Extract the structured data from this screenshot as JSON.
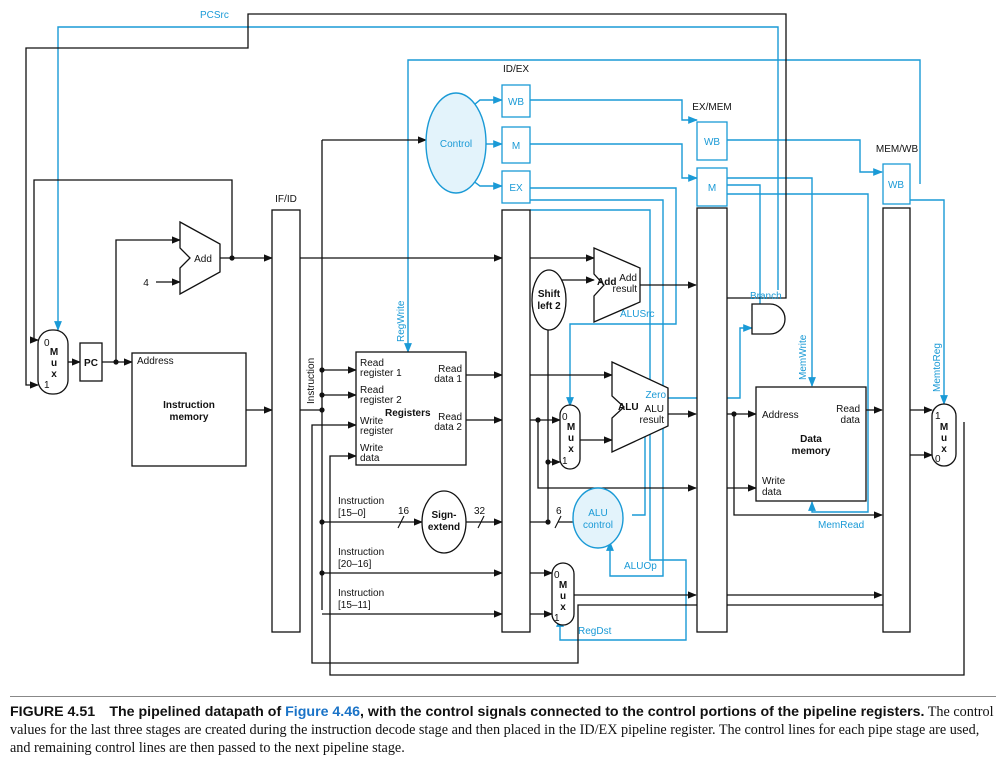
{
  "diagram": {
    "pipeline_registers": [
      "IF/ID",
      "ID/EX",
      "EX/MEM",
      "MEM/WB"
    ],
    "control_fields": {
      "wb": "WB",
      "m": "M",
      "ex": "EX"
    },
    "units": {
      "pc": "PC",
      "mux": "M\nu\nx",
      "mux_inputs": [
        "0",
        "1"
      ],
      "add": "Add",
      "const_four": "4",
      "instruction_memory": [
        "Instruction",
        "memory"
      ],
      "address": "Address",
      "control": "Control",
      "registers": "Registers",
      "read_register_1": [
        "Read",
        "register 1"
      ],
      "read_register_2": [
        "Read",
        "register 2"
      ],
      "write_register": [
        "Write",
        "register"
      ],
      "write_data": [
        "Write",
        "data"
      ],
      "read_data_1": [
        "Read",
        "data 1"
      ],
      "read_data_2": [
        "Read",
        "data 2"
      ],
      "sign_extend": [
        "Sign-",
        "extend"
      ],
      "shift_left_2": [
        "Shift",
        "left 2"
      ],
      "add_result": [
        "Add",
        "result"
      ],
      "alu": "ALU",
      "alu_result": [
        "ALU",
        "result"
      ],
      "zero": "Zero",
      "alu_control": [
        "ALU",
        "control"
      ],
      "data_memory": [
        "Data",
        "memory"
      ],
      "read_data": [
        "Read",
        "data"
      ],
      "instruction_vertical": "Instruction",
      "instr_15_0": [
        "Instruction",
        "[15–0]"
      ],
      "instr_20_16": [
        "Instruction",
        "[20–16]"
      ],
      "instr_15_11": [
        "Instruction",
        "[15–11]"
      ],
      "bits_16": "16",
      "bits_32": "32",
      "bits_6": "6"
    },
    "signals": {
      "pcsrc": "PCSrc",
      "regwrite": "RegWrite",
      "branch": "Branch",
      "alusrc": "ALUSrc",
      "memwrite": "MemWrite",
      "memread": "MemRead",
      "memtoreg": "MemtoReg",
      "aluop": "ALUOp",
      "regdst": "RegDst"
    },
    "colors": {
      "datapath": "#111111",
      "control": "#1a9ad6",
      "control_fill": "#e3f3fb"
    }
  },
  "caption": {
    "figure": "FIGURE 4.51",
    "bold_text": "The pipelined datapath of ",
    "ref": "Figure 4.46",
    "bold_text_2": ", with the control signals connected to the control portions of the pipeline registers.",
    "body": " The control values for the last three stages are created during the instruction decode stage and then placed in the ID/EX pipeline register. The control lines for each pipe stage are used, and remaining control lines are then passed to the next pipeline stage."
  }
}
